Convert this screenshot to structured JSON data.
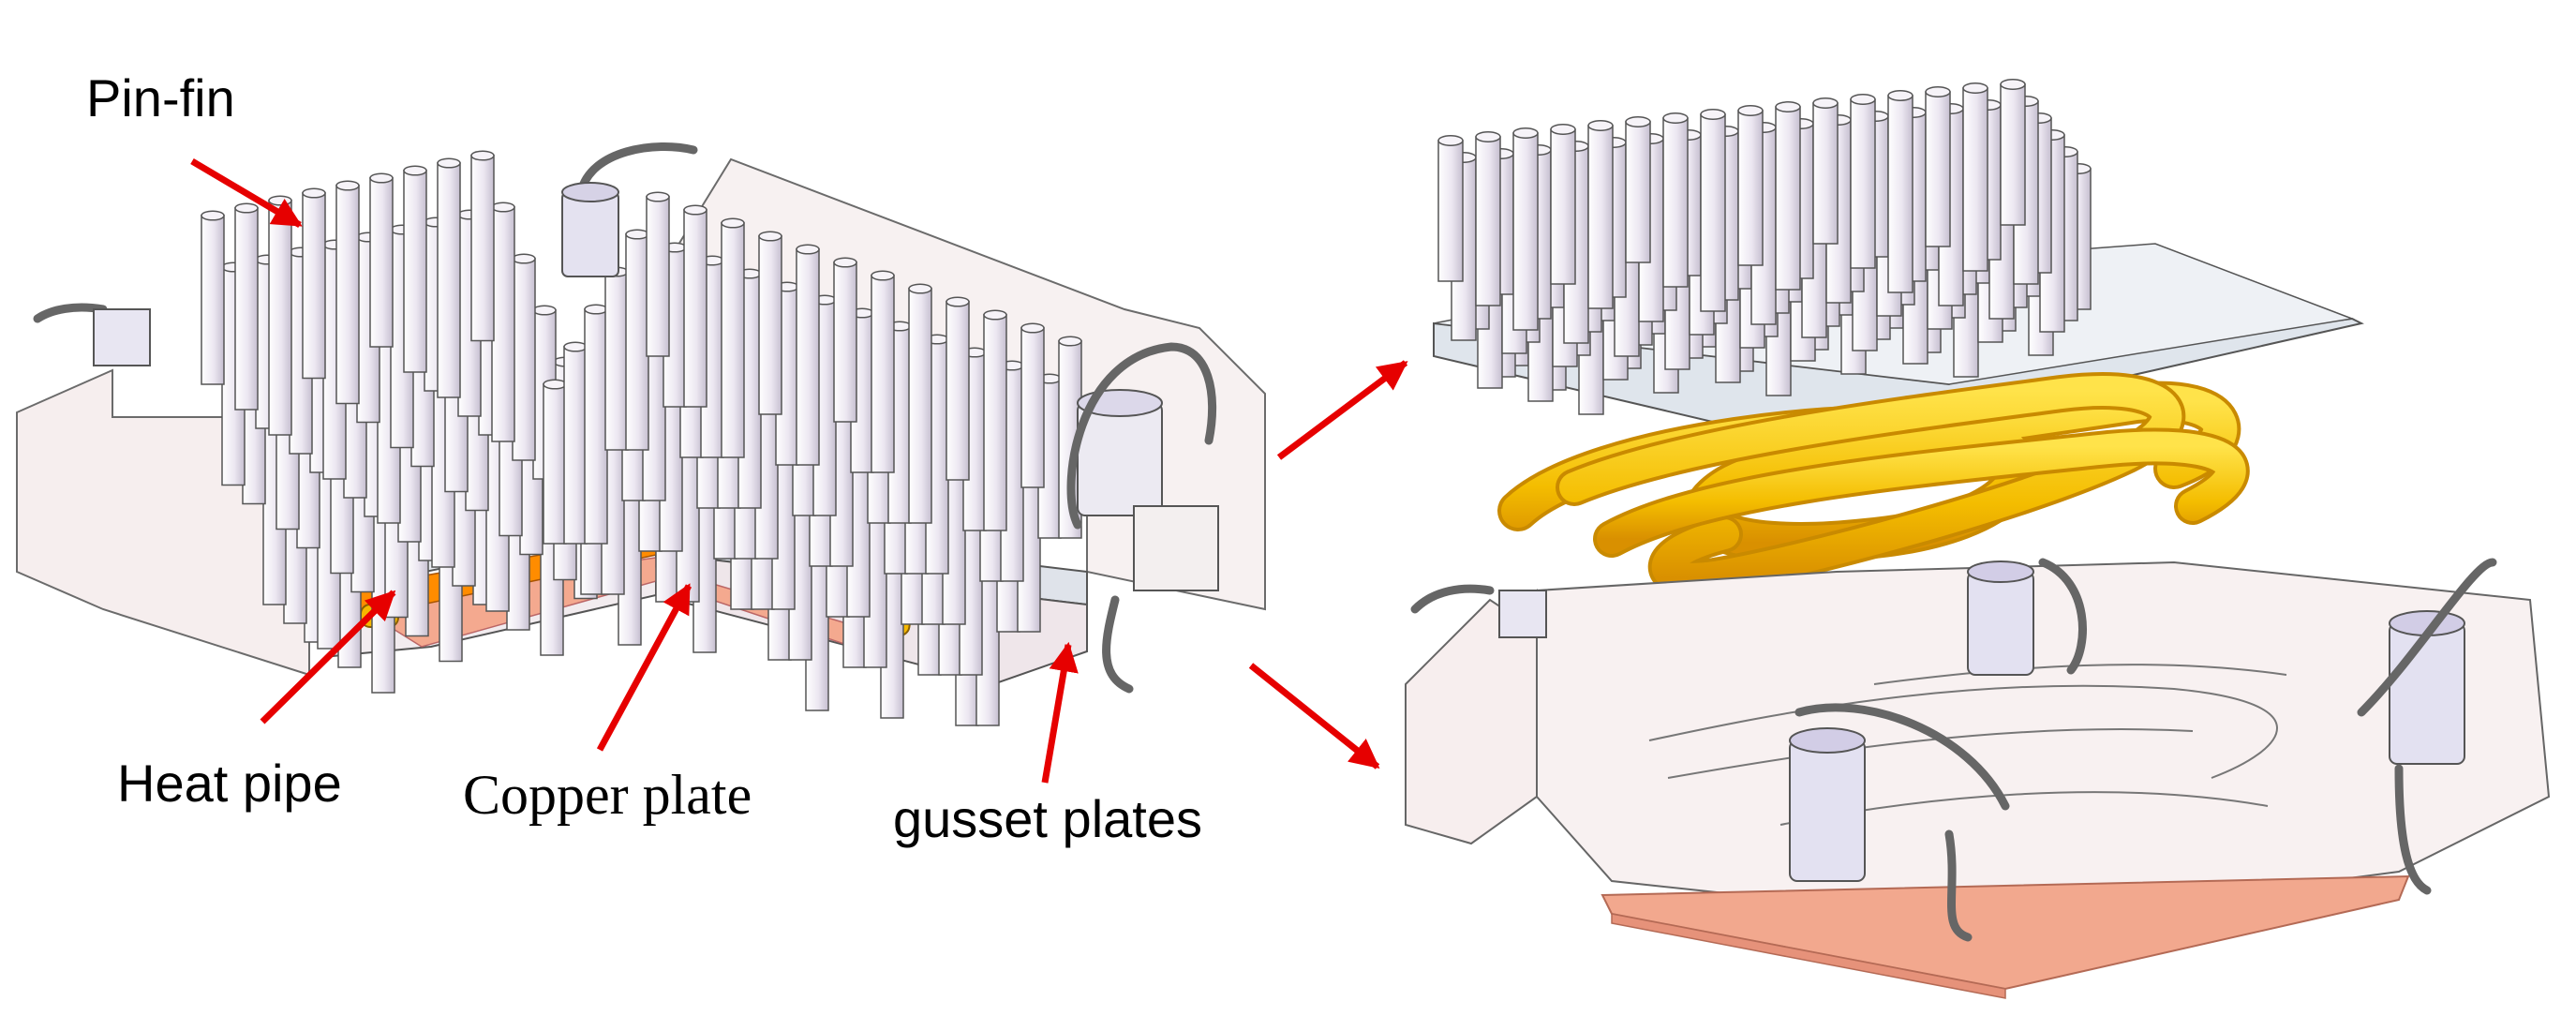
{
  "labels": {
    "pin_fin": "Pin-fin",
    "heat_pipe": "Heat pipe",
    "copper_plate": "Copper plate",
    "gusset_plates": "gusset plates"
  },
  "colors": {
    "arrow": "#e60000",
    "fin": "#e9e4ee",
    "fin_shade": "#c8c1d2",
    "heat_pipe": "#f5c400",
    "heat_pipe_shade": "#d99a00",
    "copper": "#f4a98f",
    "copper_band": "#ff8a00",
    "housing": "#f7eeee",
    "base_plate": "#dfe4ea"
  }
}
